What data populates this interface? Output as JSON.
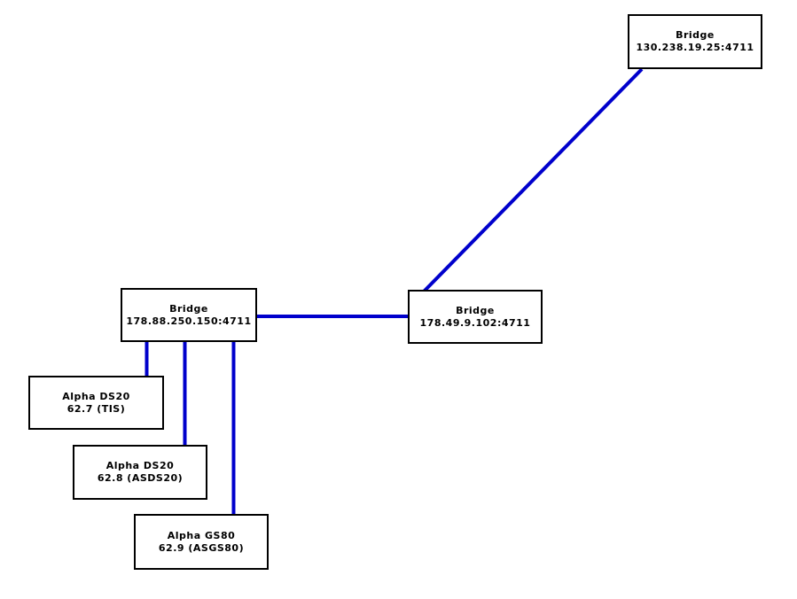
{
  "diagram": {
    "type": "network-topology",
    "background_color": "#ffffff",
    "edge_color": "#0000cc",
    "node_border_color": "#000000",
    "node_fill_color": "#ffffff",
    "nodes": [
      {
        "id": "bridge-130-238-19-25",
        "title": "Bridge",
        "subtitle": "130.238.19.25:4711"
      },
      {
        "id": "bridge-178-88-250-150",
        "title": "Bridge",
        "subtitle": "178.88.250.150:4711"
      },
      {
        "id": "bridge-178-49-9-102",
        "title": "Bridge",
        "subtitle": "178.49.9.102:4711"
      },
      {
        "id": "alpha-ds20-tis",
        "title": "Alpha DS20",
        "subtitle": "62.7 (TIS)"
      },
      {
        "id": "alpha-ds20-asds20",
        "title": "Alpha DS20",
        "subtitle": "62.8 (ASDS20)"
      },
      {
        "id": "alpha-gs80-asgs80",
        "title": "Alpha GS80",
        "subtitle": "62.9 (ASGS80)"
      }
    ],
    "edges": [
      {
        "from": "Bridge 130.238.19.25:4711",
        "to": "Bridge 178.49.9.102:4711"
      },
      {
        "from": "Bridge 178.88.250.150:4711",
        "to": "Bridge 178.49.9.102:4711"
      },
      {
        "from": "Bridge 178.88.250.150:4711",
        "to": "Alpha DS20 62.7 (TIS)"
      },
      {
        "from": "Bridge 178.88.250.150:4711",
        "to": "Alpha DS20 62.8 (ASDS20)"
      },
      {
        "from": "Bridge 178.88.250.150:4711",
        "to": "Alpha GS80 62.9 (ASGS80)"
      }
    ]
  }
}
